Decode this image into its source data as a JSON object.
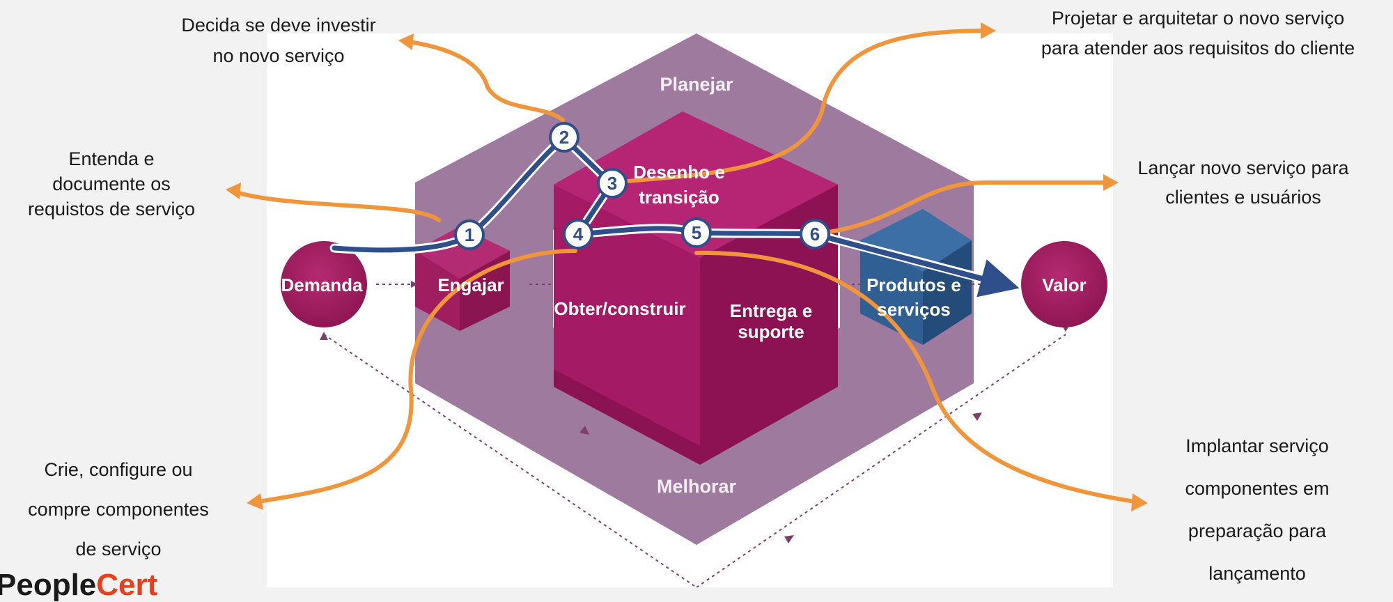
{
  "diagram": {
    "nodes": {
      "demand": "Demanda",
      "value": "Valor",
      "engage": "Engajar",
      "plan": "Planejar",
      "improve": "Melhorar",
      "design_line1": "Desenho e",
      "design_line2": "transição",
      "obtain": "Obter/construir",
      "deliver_line1": "Entrega e",
      "deliver_line2": "suporte",
      "products_line1": "Produtos e",
      "products_line2": "serviços"
    },
    "steps": [
      "1",
      "2",
      "3",
      "4",
      "5",
      "6"
    ]
  },
  "annotations": {
    "step1": [
      "Entenda e",
      "documente os",
      "requistos de serviço"
    ],
    "step2": [
      "Decida se deve investir",
      "no novo serviço"
    ],
    "step3": [
      "Projetar e arquitetar o novo serviço",
      "para atender aos requisitos do cliente"
    ],
    "step4": [
      "Crie, configure ou",
      "compre  componentes",
      "de serviço"
    ],
    "step5": [
      "Implantar serviço",
      "componentes em",
      "preparação para",
      "lançamento"
    ],
    "step6": [
      "Lançar novo serviço para",
      "clientes e usuários"
    ]
  },
  "logo": {
    "part1": "People",
    "part2": "Cert"
  },
  "colors": {
    "background": "#f2f2f2",
    "panel": "#ffffff",
    "hexagon": "#9f7a9f",
    "magenta_dark": "#8f1a52",
    "magenta": "#a01d60",
    "magenta_light": "#b32b73",
    "products_blue": "#2f5f93",
    "path_blue": "#2e4f8a",
    "arrow_orange": "#f0953a",
    "dotted_purple": "#7a3f6a"
  }
}
